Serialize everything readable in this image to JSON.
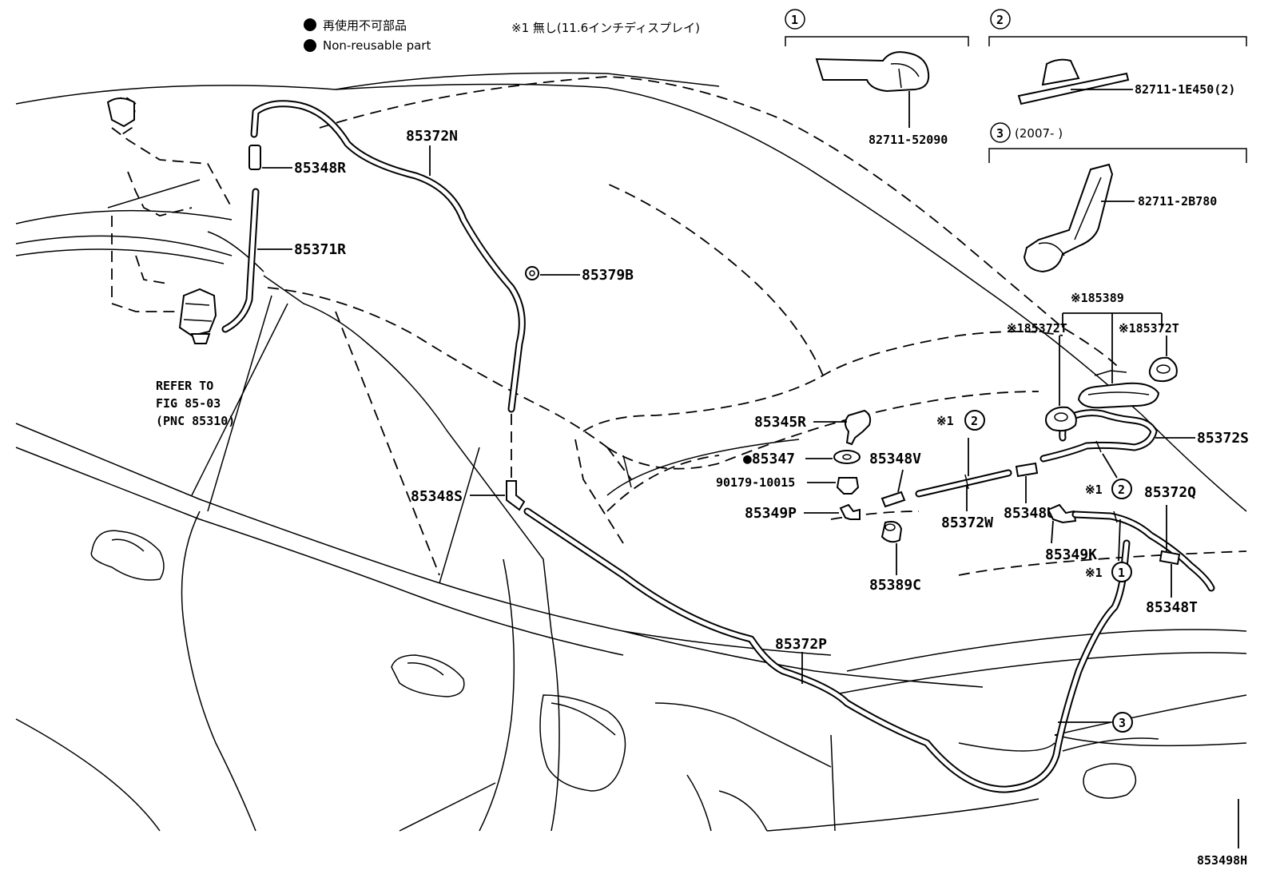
{
  "legend": {
    "jp": "再使用不可部品",
    "en": "Non-reusable part"
  },
  "note_top": "※1 無し(11.6インチディスプレイ)",
  "boxes": {
    "box1": {
      "num": "1",
      "part": "82711-52090"
    },
    "box2": {
      "num": "2",
      "part": "82711-1E450(2)"
    },
    "box3": {
      "num": "3",
      "date": "(2007-        )",
      "part": "82711-2B780"
    }
  },
  "labels": {
    "p85372N": "85372N",
    "p85348R": "85348R",
    "p85371R": "85371R",
    "p85379B": "85379B",
    "refer1": "REFER TO",
    "refer2": "FIG 85-03",
    "refer3": "(PNC 85310)",
    "p85389": "※185389",
    "p85372T_l": "※185372T",
    "p85372T_r": "※185372T",
    "p85345R": "85345R",
    "p85347": "●85347",
    "p90179": "90179-10015",
    "p85349P": "85349P",
    "p85348V": "85348V",
    "p85389C": "85389C",
    "p85348S": "85348S",
    "p85372W": "85372W",
    "p85348U": "85348U",
    "p85349K": "85349K",
    "p85372S": "85372S",
    "p85372Q": "85372Q",
    "p85348T": "85348T",
    "p85372P": "85372P",
    "ref_a_mark": "※1",
    "ref_a_num": "2",
    "ref_b_mark": "※1",
    "ref_b_num": "2",
    "ref_c_mark": "※1",
    "ref_c_num": "1",
    "ref_d_num": "3",
    "fig_code": "853498H"
  }
}
